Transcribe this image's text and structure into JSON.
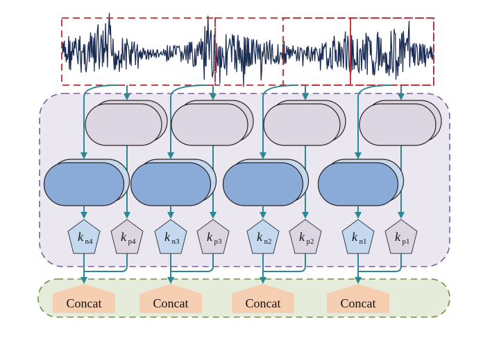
{
  "colors": {
    "wave": "#1b2d55",
    "window_border": "#c0282e",
    "encoder_panel": "#ebe7f0",
    "encoder_border": "#7a5ca0",
    "fusion_panel": "#e6ecda",
    "fusion_border": "#6f9040",
    "arrow": "#2c8795",
    "top_pill": "#dcd6e2",
    "bottom_pill": "#8aaad8",
    "bottom_pill_back": "#c4d8ee",
    "kn_pentagon": "#c4d8ee",
    "kp_pentagon": "#dcd6e2",
    "concat": "#f6cfb2"
  },
  "branches": [
    {
      "kn": {
        "base": "k",
        "sub": "n4"
      },
      "kp": {
        "base": "k",
        "sub": "p4"
      },
      "concat": "Concat"
    },
    {
      "kn": {
        "base": "k",
        "sub": "n3"
      },
      "kp": {
        "base": "k",
        "sub": "p3"
      },
      "concat": "Concat"
    },
    {
      "kn": {
        "base": "k",
        "sub": "n2"
      },
      "kp": {
        "base": "k",
        "sub": "p2"
      },
      "concat": "Concat"
    },
    {
      "kn": {
        "base": "k",
        "sub": "n1"
      },
      "kp": {
        "base": "k",
        "sub": "p1"
      },
      "concat": "Concat"
    }
  ]
}
